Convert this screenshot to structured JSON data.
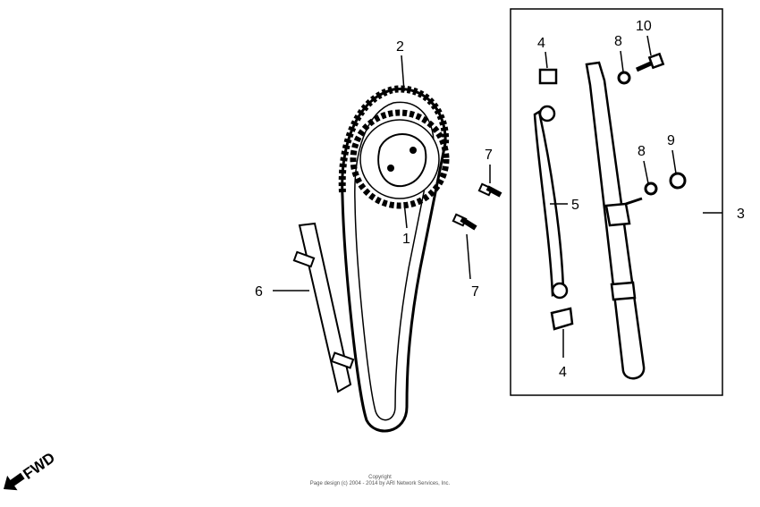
{
  "diagram": {
    "callouts": [
      {
        "id": "callout-2",
        "text": "2"
      },
      {
        "id": "callout-1",
        "text": "1"
      },
      {
        "id": "callout-7-upper",
        "text": "7"
      },
      {
        "id": "callout-7-lower",
        "text": "7"
      },
      {
        "id": "callout-6",
        "text": "6"
      },
      {
        "id": "callout-4-upper",
        "text": "4"
      },
      {
        "id": "callout-4-lower",
        "text": "4"
      },
      {
        "id": "callout-5",
        "text": "5"
      },
      {
        "id": "callout-8-upper",
        "text": "8"
      },
      {
        "id": "callout-10",
        "text": "10"
      },
      {
        "id": "callout-8-lower",
        "text": "8"
      },
      {
        "id": "callout-9",
        "text": "9"
      },
      {
        "id": "callout-3",
        "text": "3"
      }
    ],
    "direction_label": "FWD"
  },
  "footer": {
    "line1": "Copyright",
    "line2": "Page design (c) 2004 - 2014 by ARI Network Services, Inc."
  }
}
